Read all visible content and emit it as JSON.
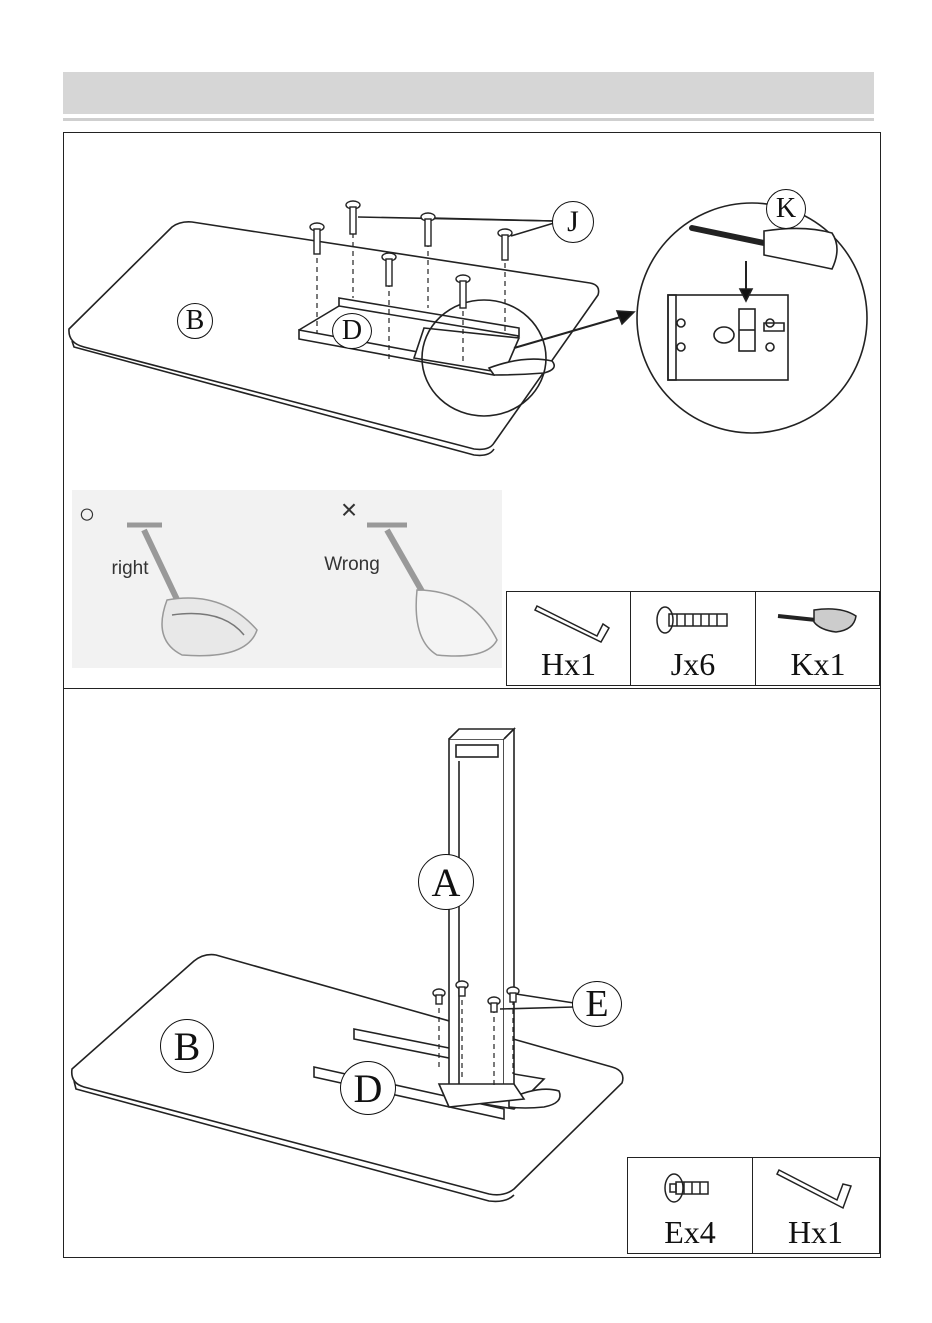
{
  "top_panel": {
    "labels": {
      "tabletop": "B",
      "frame": "D",
      "screws": "J",
      "handle": "K"
    },
    "orientation": {
      "right_symbol": "○",
      "right_text": "right",
      "wrong_symbol": "×",
      "wrong_text": "Wrong"
    },
    "parts": [
      {
        "label": "Hx1",
        "icon": "hex-key-icon"
      },
      {
        "label": "Jx6",
        "icon": "bolt-icon"
      },
      {
        "label": "Kx1",
        "icon": "handle-icon"
      }
    ]
  },
  "bottom_panel": {
    "labels": {
      "leg": "A",
      "tabletop": "B",
      "frame": "D",
      "screws": "E"
    },
    "parts": [
      {
        "label": "Ex4",
        "icon": "short-bolt-icon"
      },
      {
        "label": "Hx1",
        "icon": "hex-key-icon"
      }
    ]
  }
}
